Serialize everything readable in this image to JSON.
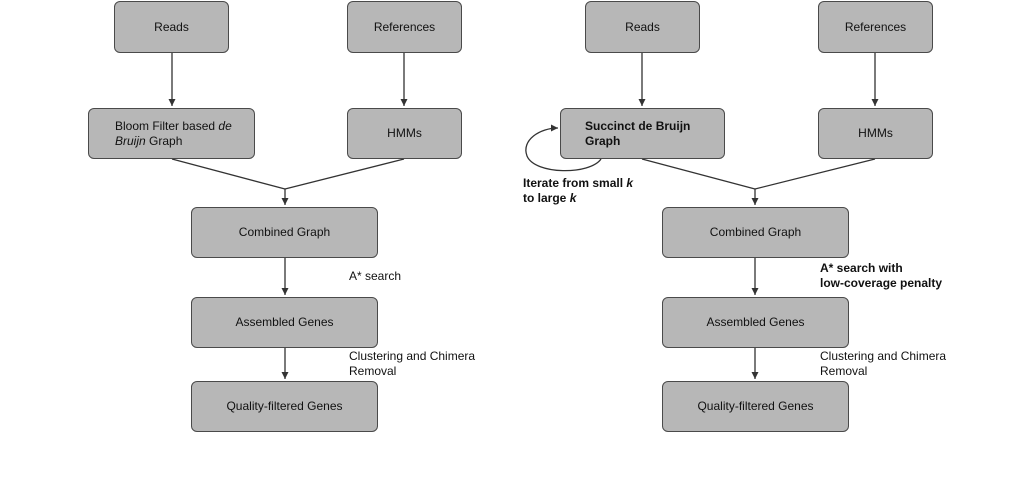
{
  "left": {
    "reads": "Reads",
    "references": "References",
    "graph_parts": [
      "Bloom Filter based ",
      "de",
      "Bruijn",
      " Graph"
    ],
    "hmms": "HMMs",
    "combined": "Combined Graph",
    "assembled": "Assembled Genes",
    "quality": "Quality-filtered Genes",
    "search_label": "A* search",
    "clustering_label": [
      "Clustering and Chimera",
      "Removal"
    ]
  },
  "right": {
    "reads": "Reads",
    "references": "References",
    "graph_lines": [
      "Succinct de Bruijn",
      "Graph"
    ],
    "hmms": "HMMs",
    "combined": "Combined Graph",
    "assembled": "Assembled Genes",
    "quality": "Quality-filtered Genes",
    "iterate_parts": [
      "Iterate from small ",
      "k",
      "to large ",
      "k"
    ],
    "search_label": [
      "A* search with",
      "low-coverage penalty"
    ],
    "clustering_label": [
      "Clustering and Chimera",
      "Removal"
    ]
  },
  "colors": {
    "box_fill": "#b7b7b7",
    "box_border": "#4a4a4a",
    "connector": "#333333"
  }
}
